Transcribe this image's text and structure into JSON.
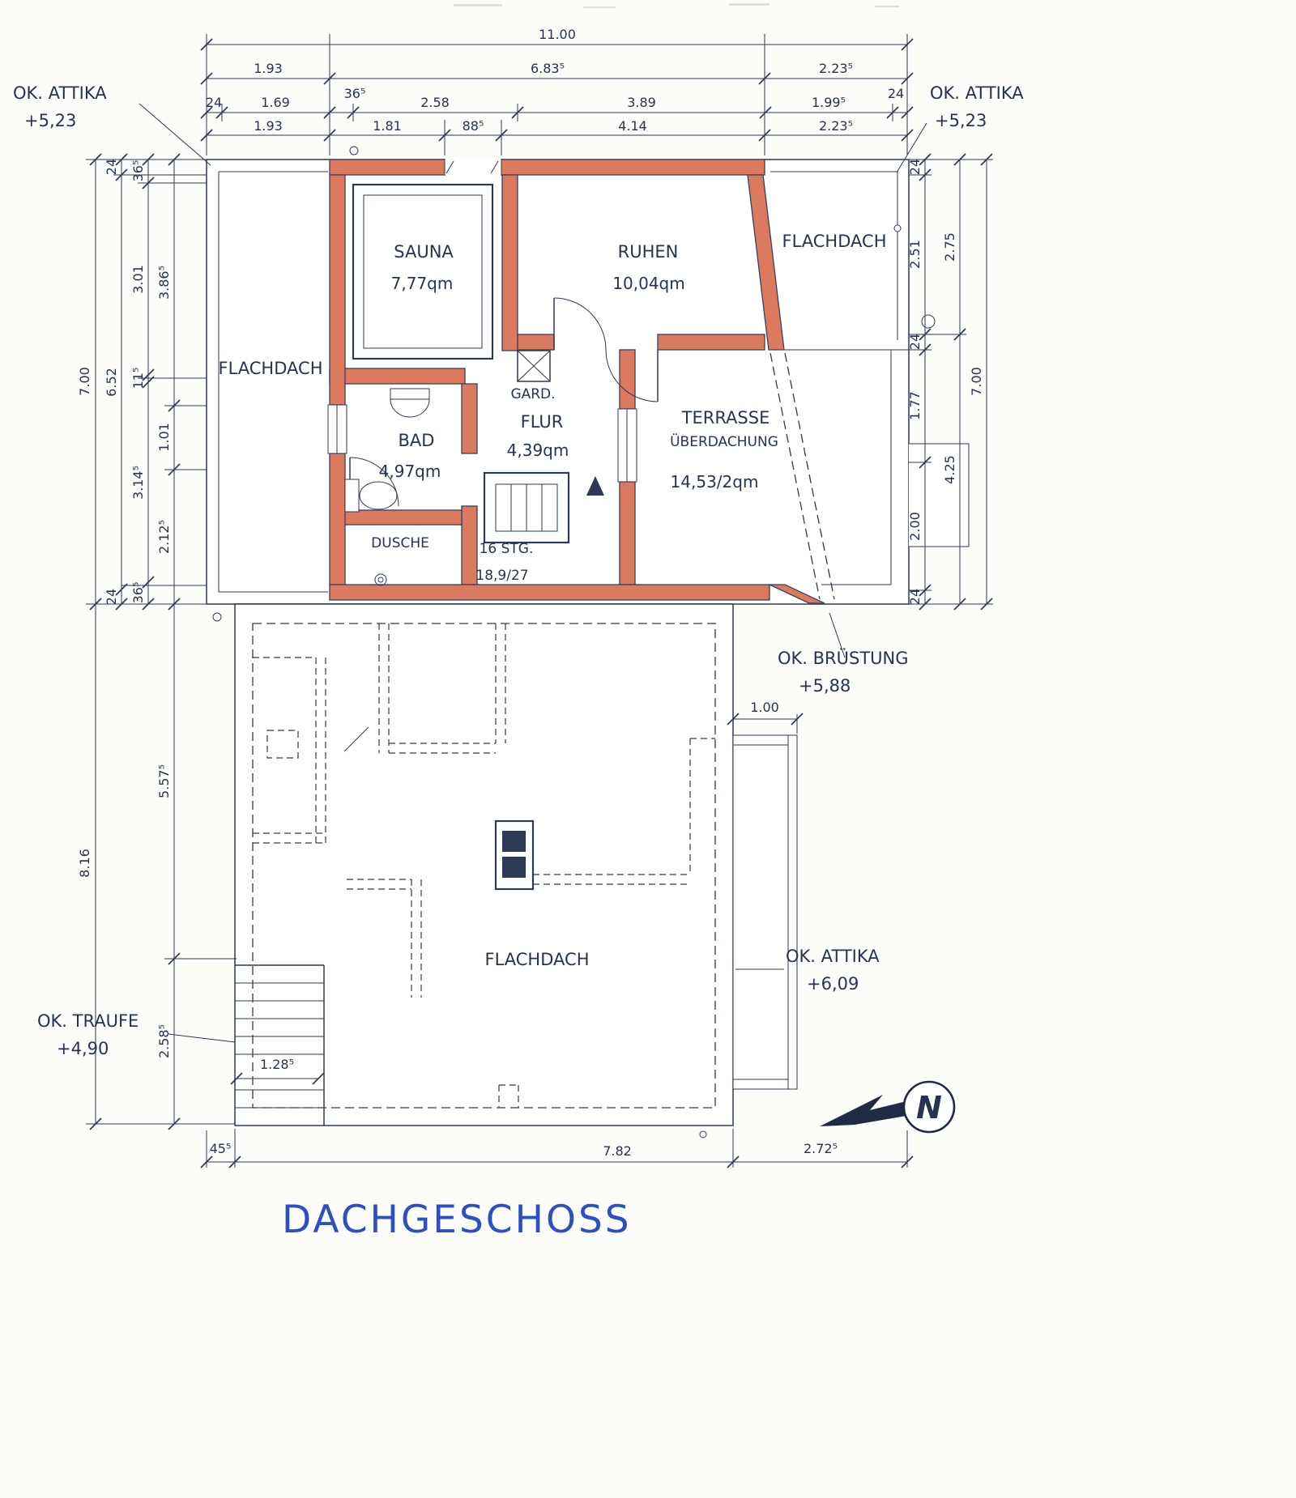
{
  "title": "DACHGESCHOSS",
  "north": {
    "label": "N"
  },
  "colors": {
    "wall_fill": "#db7a5e",
    "ink": "#2d3a56",
    "title_blue": "#2a50c4"
  },
  "rooms": {
    "flachdach_left": "FLACHDACH",
    "flachdach_topright": "FLACHDACH",
    "flachdach_lower": "FLACHDACH",
    "sauna_name": "SAUNA",
    "sauna_area": "7,77qm",
    "ruhen_name": "RUHEN",
    "ruhen_area": "10,04qm",
    "bad_name": "BAD",
    "bad_area": "4,97qm",
    "dusche_name": "DUSCHE",
    "gard_name": "GARD.",
    "flur_name": "FLUR",
    "flur_area": "4,39qm",
    "terrasse_name": "TERRASSE",
    "terrasse_sub": "ÜBERDACHUNG",
    "terrasse_area": "14,53/2qm",
    "stairs_line1": "16 STG.",
    "stairs_line2": "18,9/27"
  },
  "levels": {
    "attika_tl_1": "OK. ATTIKA",
    "attika_tl_2": "+5,23",
    "attika_tr_1": "OK. ATTIKA",
    "attika_tr_2": "+5,23",
    "bruestung_1": "OK. BRÜSTUNG",
    "bruestung_2": "+5,88",
    "attika_low_1": "OK. ATTIKA",
    "attika_low_2": "+6,09",
    "traufe_1": "OK. TRAUFE",
    "traufe_2": "+4,90"
  },
  "dims": {
    "h_total": "11.00",
    "h2_1": "1.93",
    "h2_2": "6.83⁵",
    "h2_3": "2.23⁵",
    "h3_1": "24",
    "h3_2": "1.69",
    "h3_3": "36⁵",
    "h3_4": "2.58",
    "h3_5": "3.89",
    "h3_6": "1.99⁵",
    "h3_7": "24",
    "h4_1": "1.93",
    "h4_2": "1.81",
    "h4_3": "88⁵",
    "h4_4": "4.14",
    "h4_5": "2.23⁵",
    "l1_upper": "7.00",
    "l1_lower": "8.16",
    "l2_1": "24",
    "l2_2": "6.52",
    "l2_3": "24",
    "l3_1": "36⁵",
    "l3_2": "3.01",
    "l3_3": "11⁵",
    "l3_4": "3.14⁵",
    "l3_5": "36⁵",
    "l4_1": "3.86⁵",
    "l4_2": "1.01",
    "l4_3": "2.12⁵",
    "l4_4": "5.57⁵",
    "l4_5": "2.58⁵",
    "r1_1": "24",
    "r1_2": "2.51",
    "r1_3": "24",
    "r1_4": "1.77",
    "r1_5": "2.00",
    "r1_6": "24",
    "r2_1": "2.75",
    "r2_2": "4.25",
    "r3": "7.00",
    "b_1": "45⁵",
    "b_2": "7.82",
    "b_3": "2.72⁵",
    "balcony_width": "1.00",
    "stair_width": "1.28⁵"
  }
}
